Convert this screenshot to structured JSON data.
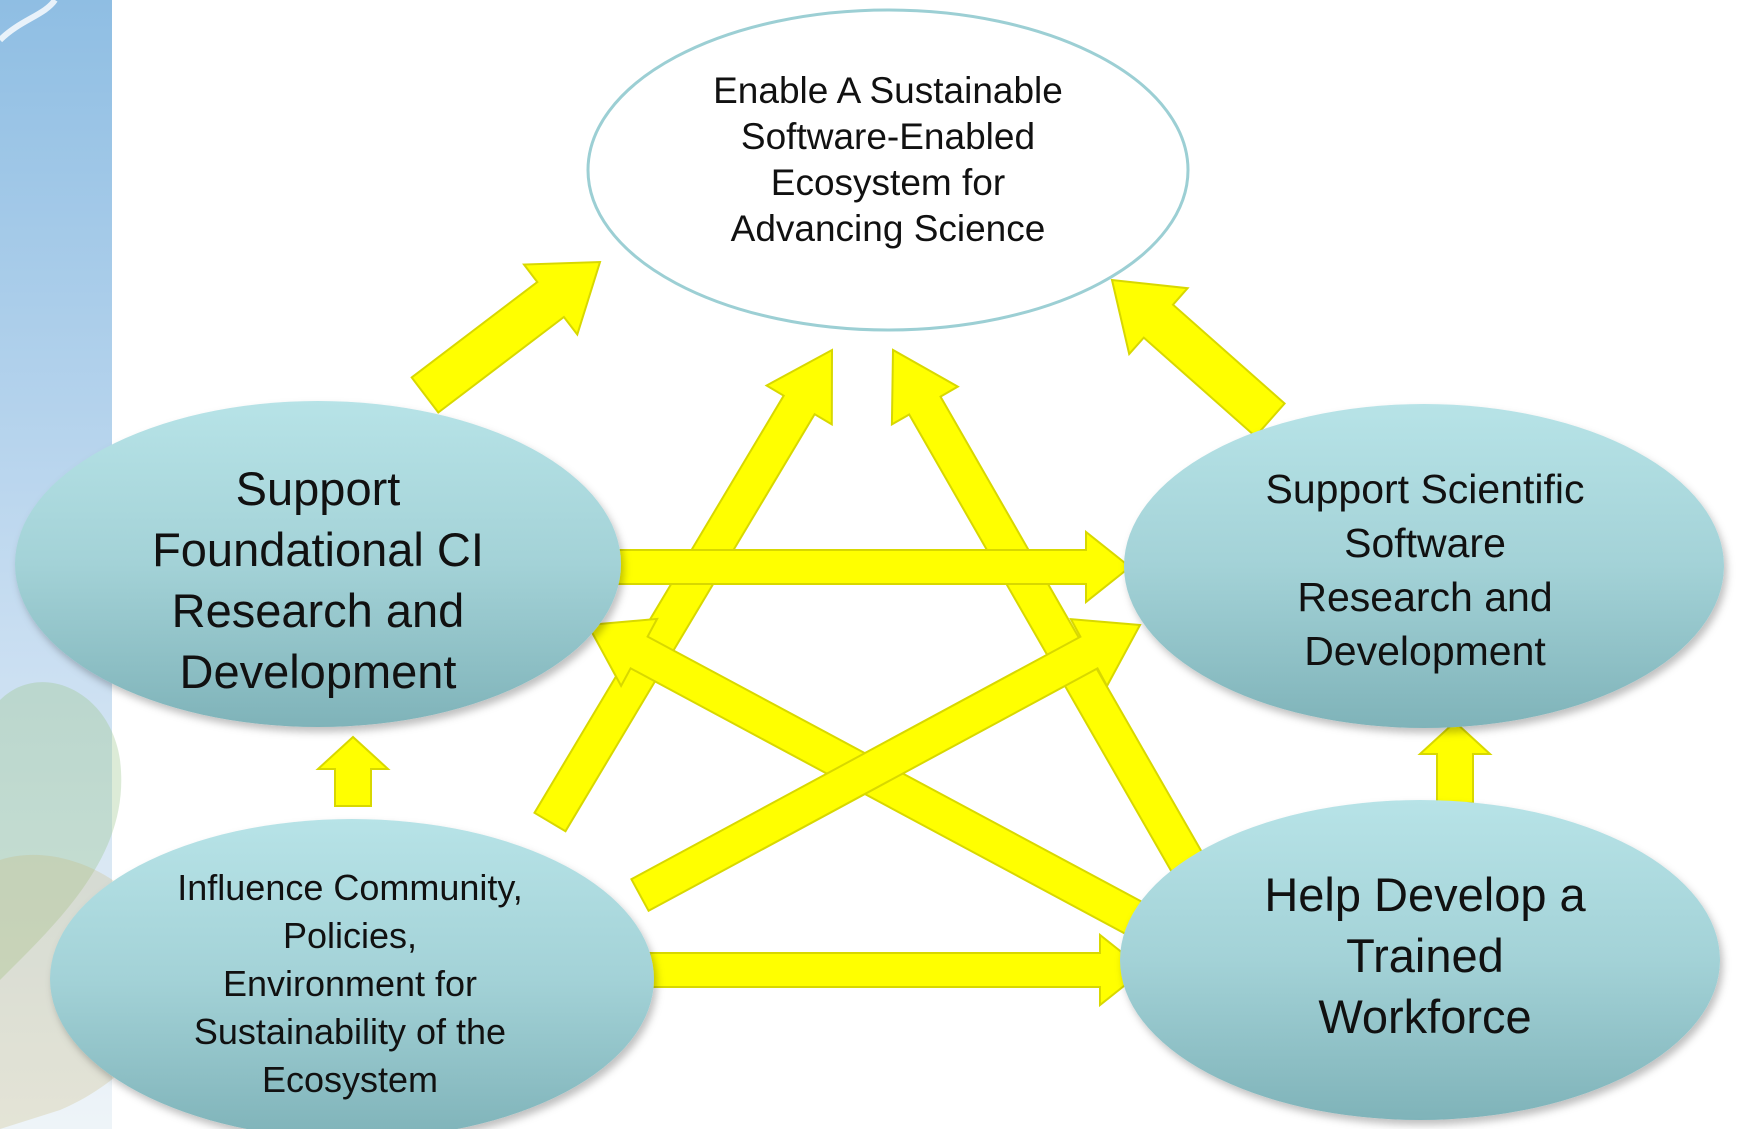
{
  "nodes": {
    "goal": "Enable A Sustainable\nSoftware-Enabled\nEcosystem for\nAdvancing  Science",
    "foundational": "Support\nFoundational CI\nResearch and\nDevelopment",
    "scientific": "Support  Scientific\nSoftware\nResearch and\nDevelopment",
    "influence": "Influence  Community,\nPolicies,\nEnvironment  for\nSustainability  of the\nEcosystem",
    "workforce": "Help Develop a\nTrained\nWorkforce"
  },
  "colors": {
    "arrow_fill": "#FFFF00",
    "arrow_stroke": "#D8D800",
    "node_fill_top": "#B3E0E4",
    "node_fill_bottom": "#7FB6BC",
    "goal_fill": "#FFFFFF",
    "sidebar": "#8FBEE3"
  }
}
